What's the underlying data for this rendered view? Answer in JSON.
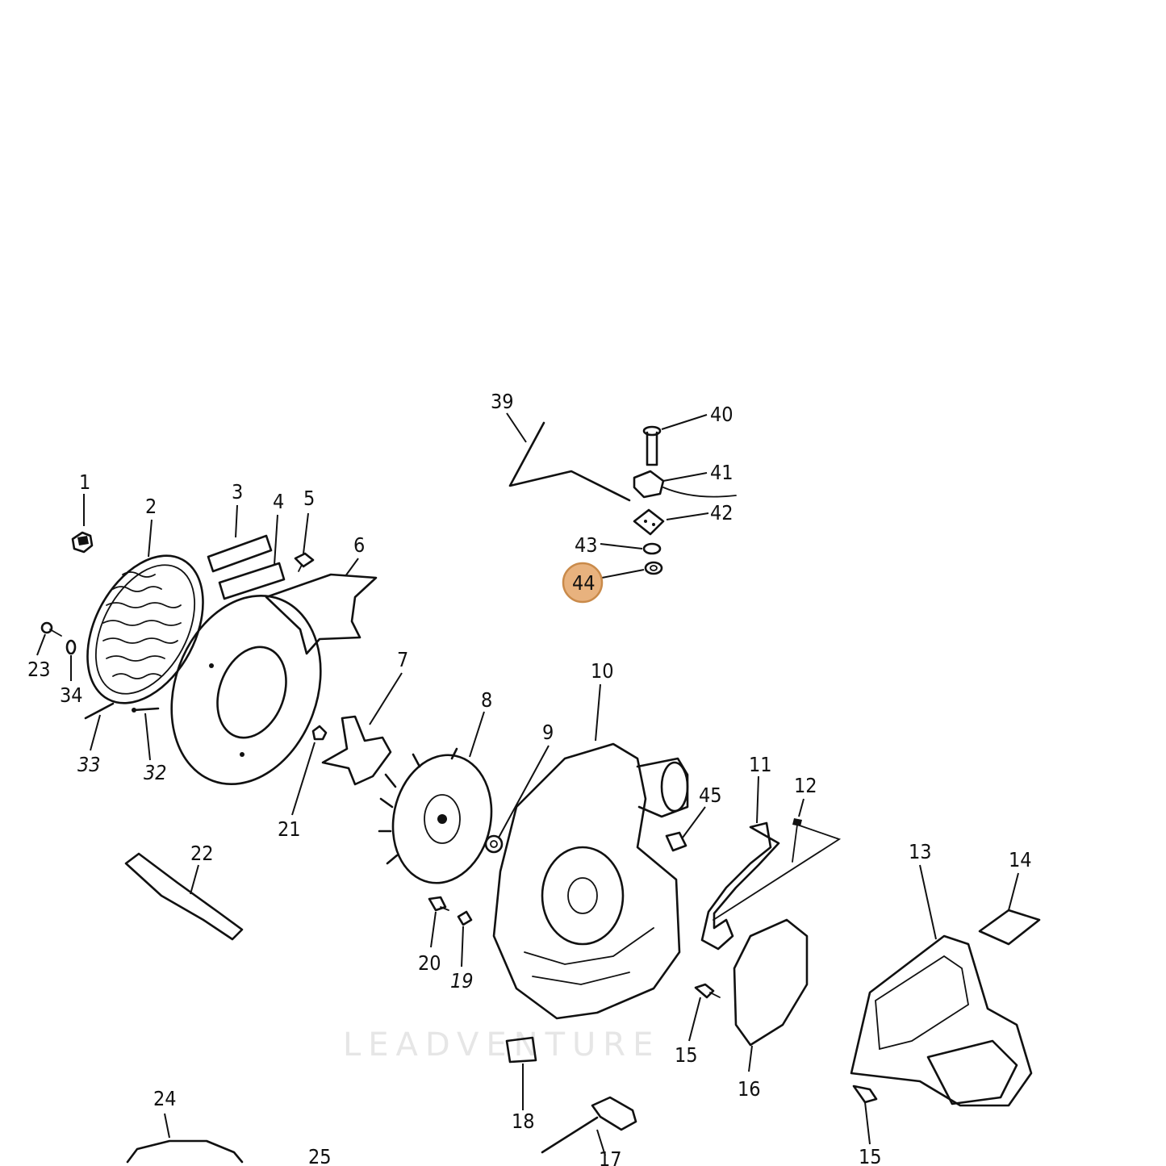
{
  "watermark": "LEADVENTURE",
  "highlight_color": "#e8b27e",
  "callouts": [
    {
      "id": "1",
      "text": "1"
    },
    {
      "id": "2",
      "text": "2"
    },
    {
      "id": "3",
      "text": "3"
    },
    {
      "id": "4",
      "text": "4"
    },
    {
      "id": "5",
      "text": "5"
    },
    {
      "id": "6",
      "text": "6"
    },
    {
      "id": "7",
      "text": "7"
    },
    {
      "id": "8",
      "text": "8"
    },
    {
      "id": "9",
      "text": "9"
    },
    {
      "id": "10",
      "text": "10"
    },
    {
      "id": "11",
      "text": "11"
    },
    {
      "id": "12",
      "text": "12"
    },
    {
      "id": "13",
      "text": "13"
    },
    {
      "id": "14",
      "text": "14"
    },
    {
      "id": "15a",
      "text": "15"
    },
    {
      "id": "15b",
      "text": "15"
    },
    {
      "id": "16",
      "text": "16"
    },
    {
      "id": "17",
      "text": "17"
    },
    {
      "id": "18",
      "text": "18"
    },
    {
      "id": "19",
      "text": "19"
    },
    {
      "id": "20",
      "text": "20"
    },
    {
      "id": "21",
      "text": "21"
    },
    {
      "id": "22",
      "text": "22"
    },
    {
      "id": "23",
      "text": "23"
    },
    {
      "id": "24",
      "text": "24"
    },
    {
      "id": "25",
      "text": "25"
    },
    {
      "id": "32",
      "text": "32"
    },
    {
      "id": "33",
      "text": "33"
    },
    {
      "id": "34",
      "text": "34"
    },
    {
      "id": "39",
      "text": "39"
    },
    {
      "id": "40",
      "text": "40"
    },
    {
      "id": "41",
      "text": "41"
    },
    {
      "id": "42",
      "text": "42"
    },
    {
      "id": "43",
      "text": "43"
    },
    {
      "id": "44",
      "text": "44",
      "highlighted": true
    },
    {
      "id": "45",
      "text": "45"
    }
  ]
}
